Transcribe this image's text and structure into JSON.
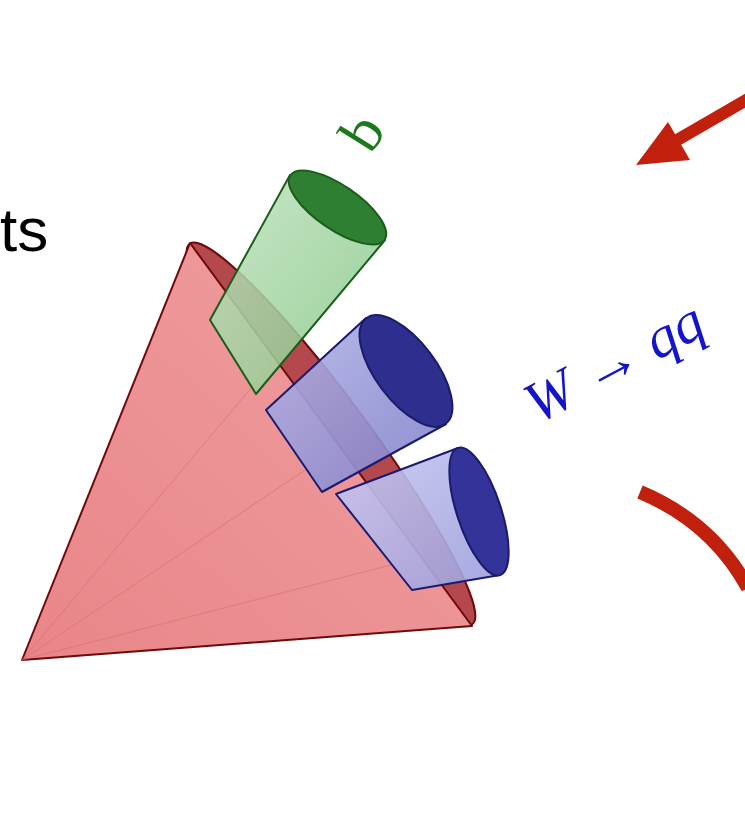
{
  "diagram": {
    "labels": [
      "ts",
      "b",
      "W → qq"
    ]
  }
}
